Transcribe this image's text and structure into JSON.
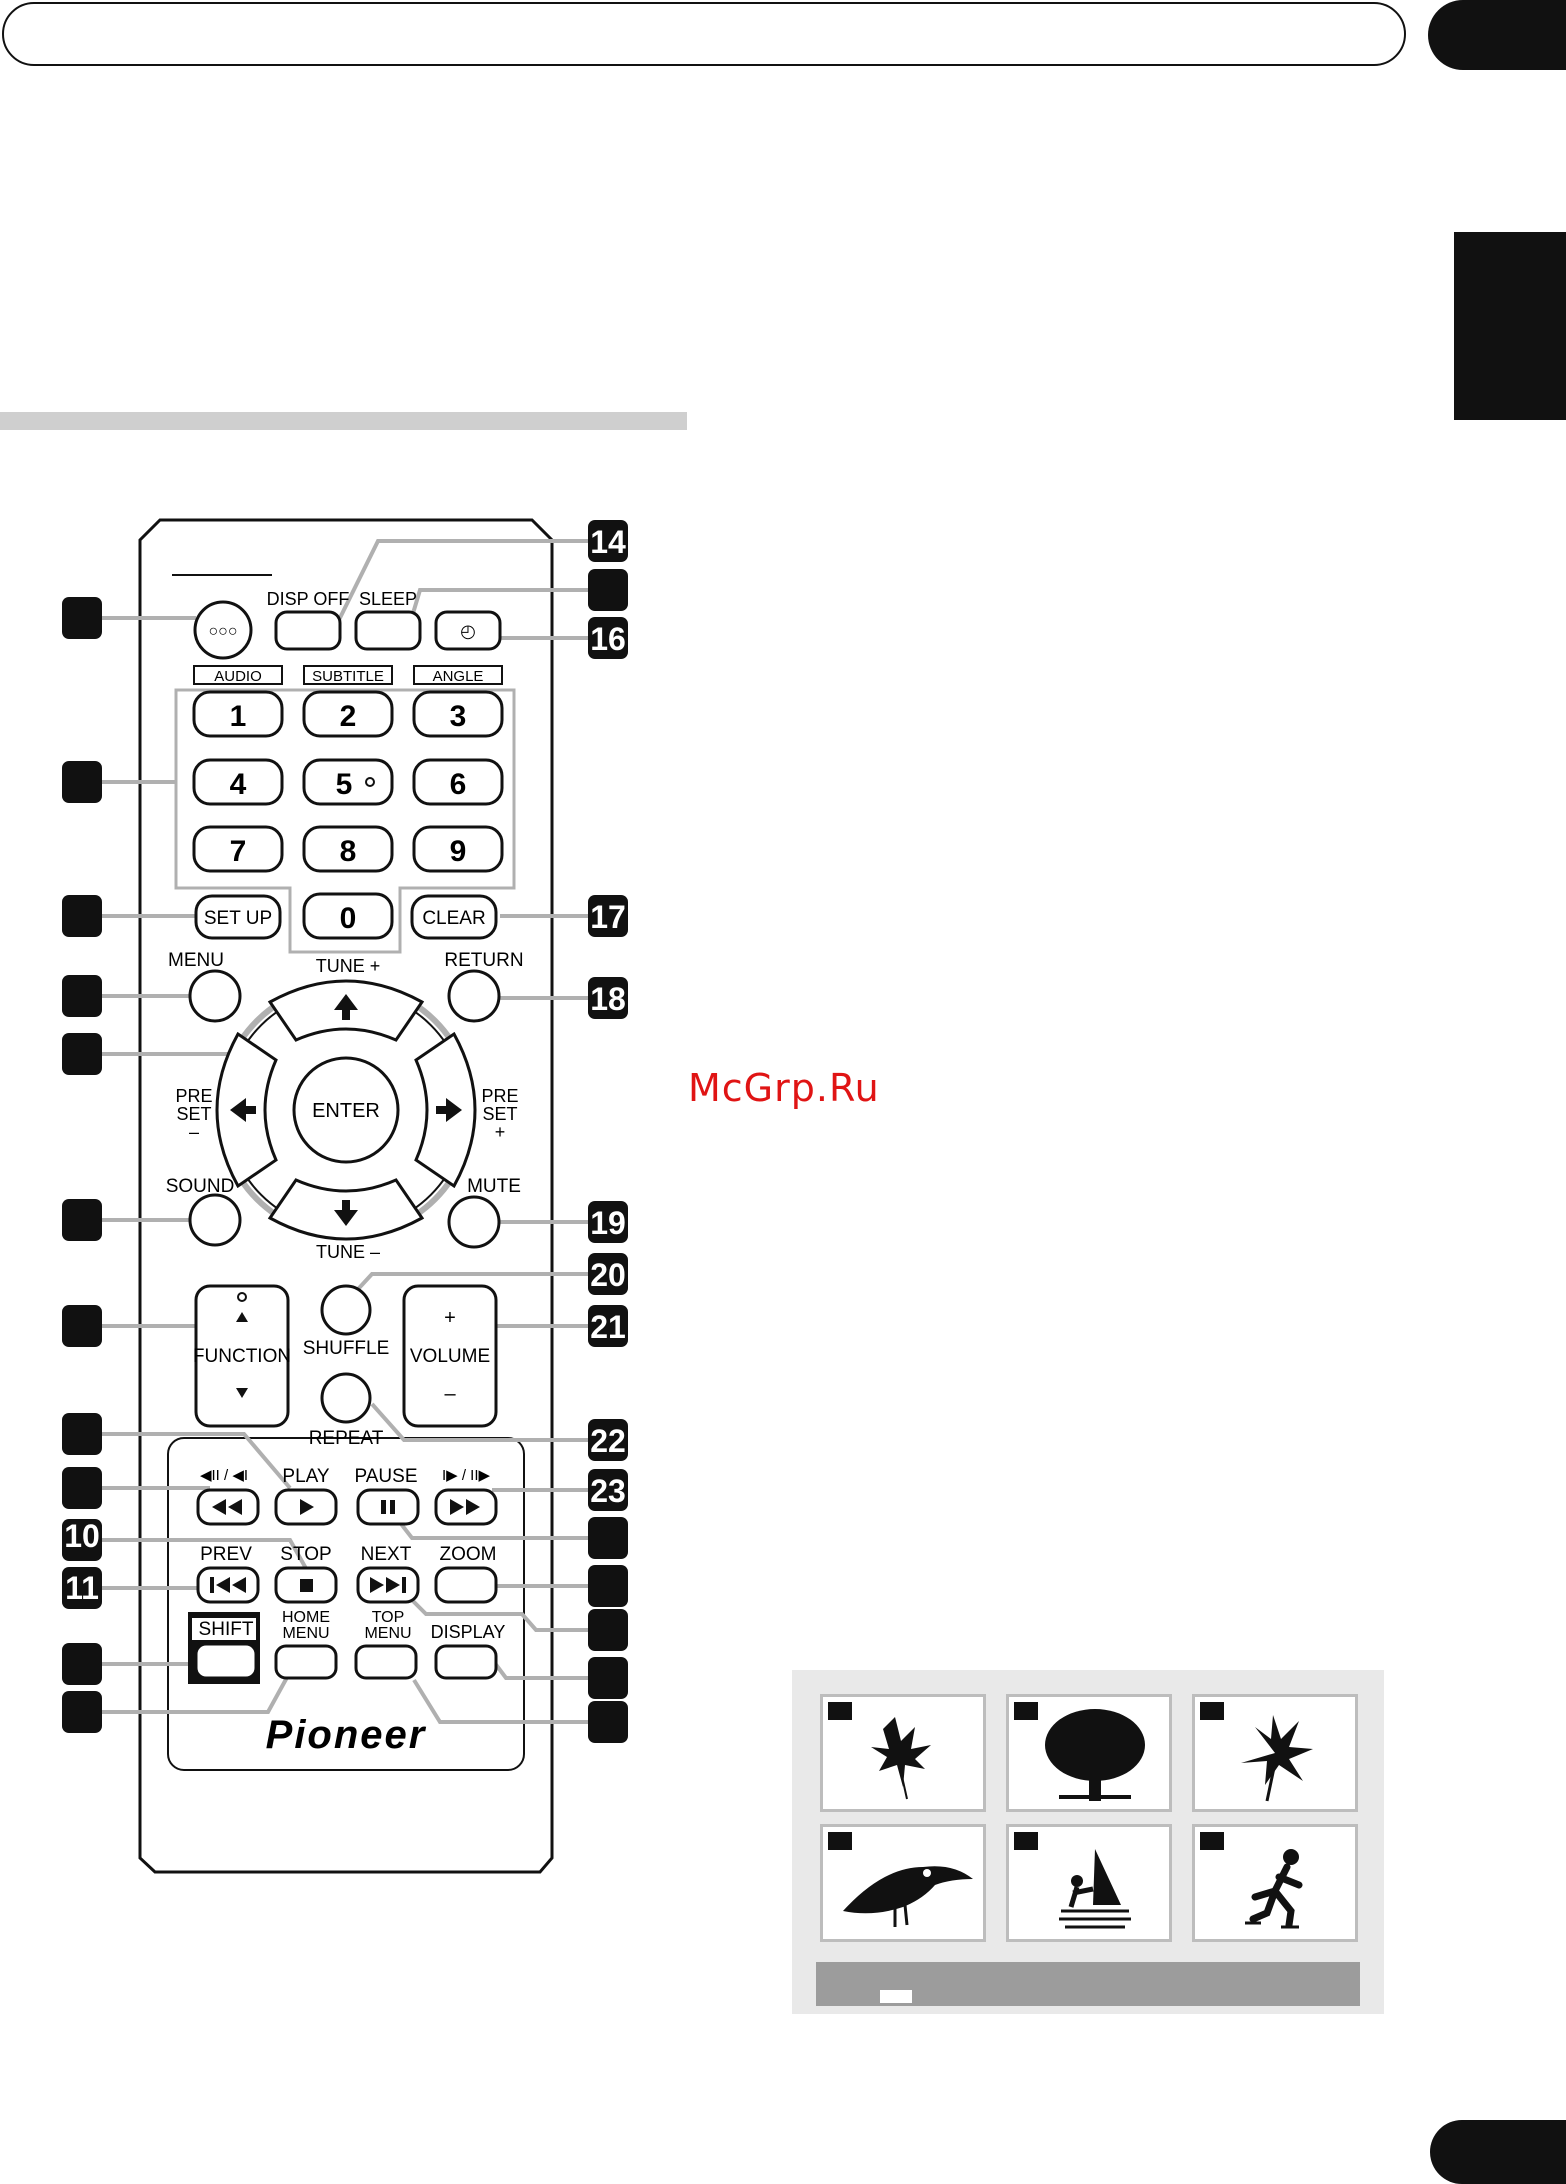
{
  "header": {
    "title": "",
    "chapter": ""
  },
  "watermark": "McGrp.Ru",
  "remote": {
    "top_buttons": {
      "disp_off": "DISP OFF",
      "sleep": "SLEEP",
      "timer_symbol": "◴"
    },
    "labels": {
      "audio": "AUDIO",
      "subtitle": "SUBTITLE",
      "angle": "ANGLE"
    },
    "digits": [
      "1",
      "2",
      "3",
      "4",
      "5",
      "6",
      "7",
      "8",
      "9",
      "0"
    ],
    "setup": "SET UP",
    "clear": "CLEAR",
    "menu": "MENU",
    "return": "RETURN",
    "tune_plus": "TUNE +",
    "tune_minus": "TUNE –",
    "enter": "ENTER",
    "preset_left": [
      "PRE",
      "SET",
      "–"
    ],
    "preset_right": [
      "PRE",
      "SET",
      "+"
    ],
    "sound": "SOUND",
    "mute": "MUTE",
    "function": "FUNCTION",
    "shuffle": "SHUFFLE",
    "volume": "VOLUME",
    "volume_plus": "+",
    "volume_minus": "–",
    "repeat": "REPEAT",
    "slow_rev": "◀II / ◀I",
    "play": "PLAY",
    "pause": "PAUSE",
    "slow_fwd": "I▶ / II▶",
    "prev": "PREV",
    "stop": "STOP",
    "next": "NEXT",
    "zoom": "ZOOM",
    "shift": "SHIFT",
    "home_menu": [
      "HOME",
      "MENU"
    ],
    "top_menu": [
      "TOP",
      "MENU"
    ],
    "display": "DISPLAY",
    "brand": "Pioneer"
  },
  "callouts": [
    "14",
    "16",
    "17",
    "18",
    "19",
    "20",
    "21",
    "22",
    "23",
    "10",
    "11"
  ],
  "thumbnails": [
    {
      "icon": "maple-leaf-icon"
    },
    {
      "icon": "tree-icon"
    },
    {
      "icon": "lily-flower-icon"
    },
    {
      "icon": "toucan-icon"
    },
    {
      "icon": "windsurfer-icon"
    },
    {
      "icon": "skater-icon"
    }
  ]
}
